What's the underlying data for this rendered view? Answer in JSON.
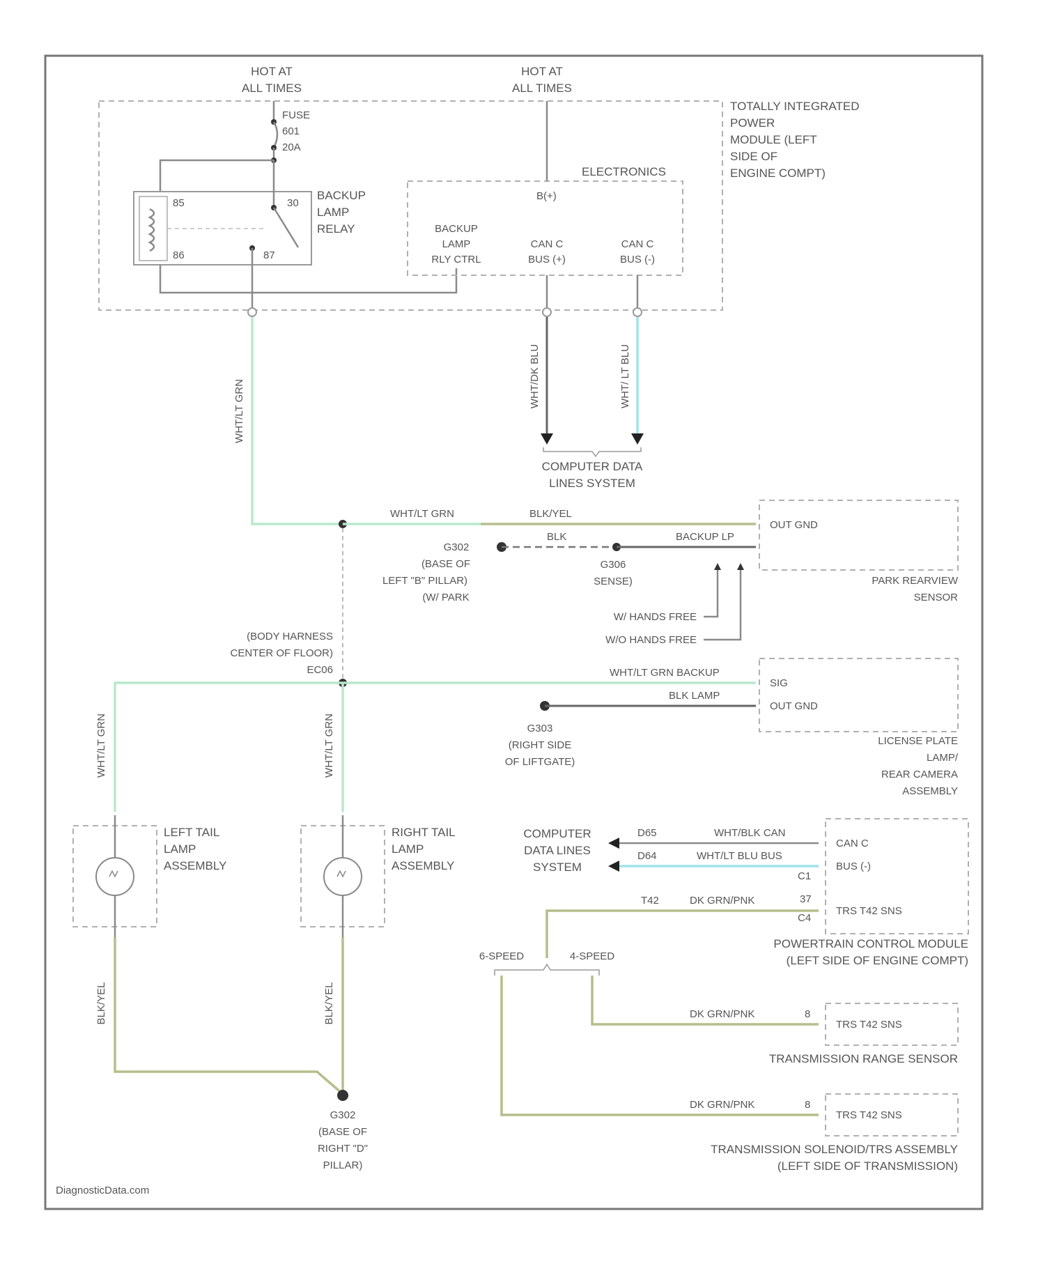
{
  "diagram": {
    "hot_left_line1": "HOT AT",
    "hot_left_line2": "ALL TIMES",
    "hot_right_line1": "HOT AT",
    "hot_right_line2": "ALL TIMES",
    "fuse_label": "FUSE",
    "fuse_number": "601",
    "fuse_rating": "20A",
    "tipm_line1": "TOTALLY INTEGRATED",
    "tipm_line2": "POWER",
    "tipm_line3": "MODULE (LEFT",
    "tipm_line4": "SIDE OF",
    "tipm_line5": "ENGINE COMPT)",
    "relay_line1": "BACKUP",
    "relay_line2": "LAMP",
    "relay_line3": "RELAY",
    "relay_pin_85": "85",
    "relay_pin_30": "30",
    "relay_pin_86": "86",
    "relay_pin_87": "87",
    "electronics": "ELECTRONICS",
    "bplus": "B(+)",
    "backup_ctrl_line1": "BACKUP",
    "backup_ctrl_line2": "LAMP",
    "backup_ctrl_line3": "RLY CTRL",
    "canc_plus_line1": "CAN C",
    "canc_plus_line2": "BUS (+)",
    "canc_minus_line1": "CAN C",
    "canc_minus_line2": "BUS (-)",
    "wire_wht_ltgrn_1": "WHT/LT GRN",
    "wire_wht_dkblu": "WHT/DK BLU",
    "wire_wht_ltblu": "WHT/ LT BLU",
    "cdl_line1": "COMPUTER DATA",
    "cdl_line2": "LINES SYSTEM",
    "wire_wht_ltgrn_h": "WHT/LT GRN",
    "wire_blk_yel": "BLK/YEL",
    "wire_blk": "BLK",
    "backup_lp": "BACKUP LP",
    "out_gnd_1": "OUT GND",
    "g302_line1": "G302",
    "g302_line2": "(BASE OF",
    "g302_line3": "LEFT \"B\" PILLAR)",
    "g302_line4": "(W/ PARK",
    "g306_line1": "G306",
    "g306_line2": "SENSE)",
    "w_hands_free": "W/ HANDS FREE",
    "wo_hands_free": "W/O HANDS FREE",
    "park_sensor_line1": "PARK REARVIEW",
    "park_sensor_line2": "SENSOR",
    "body_harness_line1": "(BODY HARNESS",
    "body_harness_line2": "CENTER OF FLOOR)",
    "body_harness_line3": "EC06",
    "wire_wht_ltgrn_backup": "WHT/LT GRN BACKUP",
    "wire_blk_lamp": "BLK LAMP",
    "sig_label": "SIG",
    "out_gnd_2": "OUT GND",
    "g303_line1": "G303",
    "g303_line2": "(RIGHT SIDE",
    "g303_line3": "OF LIFTGATE)",
    "lpl_line1": "LICENSE PLATE",
    "lpl_line2": "LAMP/",
    "lpl_line3": "REAR CAMERA",
    "lpl_line4": "ASSEMBLY",
    "wire_wht_ltgrn_left": "WHT/LT GRN",
    "wire_wht_ltgrn_right": "WHT/LT GRN",
    "left_tail_line1": "LEFT TAIL",
    "left_tail_line2": "LAMP",
    "left_tail_line3": "ASSEMBLY",
    "right_tail_line1": "RIGHT TAIL",
    "right_tail_line2": "LAMP",
    "right_tail_line3": "ASSEMBLY",
    "cdl2_line1": "COMPUTER",
    "cdl2_line2": "DATA LINES",
    "cdl2_line3": "SYSTEM",
    "d65": "D65",
    "d64": "D64",
    "wire_wht_blk_can": "WHT/BLK CAN",
    "wire_wht_ltblu_bus": "WHT/LT BLU BUS",
    "canc_pcm": "CAN C",
    "bus_minus_pcm": "BUS (-)",
    "c1": "C1",
    "c4": "C4",
    "t42": "T42",
    "wire_dkgrn_pnk_1": "DK GRN/PNK",
    "trs_t42_1": "TRS T42 SNS",
    "pcm_line1": "POWERTRAIN CONTROL MODULE",
    "pcm_line2": "(LEFT SIDE OF ENGINE COMPT)",
    "speed_6": "6-SPEED",
    "speed_4": "4-SPEED",
    "wire_dkgrn_pnk_2": "DK GRN/PNK",
    "trs_t42_2": "TRS T42 SNS",
    "trs_sensor": "TRANSMISSION RANGE SENSOR",
    "wire_dkgrn_pnk_3": "DK GRN/PNK",
    "trs_t42_3": "TRS T42 SNS",
    "sol_line1": "TRANSMISSION SOLENOID/TRS ASSEMBLY",
    "sol_line2": "(LEFT SIDE OF TRANSMISSION)",
    "wire_blk_yel_left": "BLK/YEL",
    "wire_blk_yel_right": "BLK/YEL",
    "g302b_line1": "G302",
    "g302b_line2": "(BASE OF",
    "g302b_line3": "RIGHT \"D\"",
    "g302b_line4": "PILLAR)",
    "watermark": "DiagnosticData.com"
  },
  "colors": {
    "wire_light_green": "#b8e8cc",
    "wire_light_cyan": "#9fe3ea",
    "wire_olive": "#b5be8c",
    "wire_gray": "#8a8a8a",
    "frame": "#777777"
  }
}
